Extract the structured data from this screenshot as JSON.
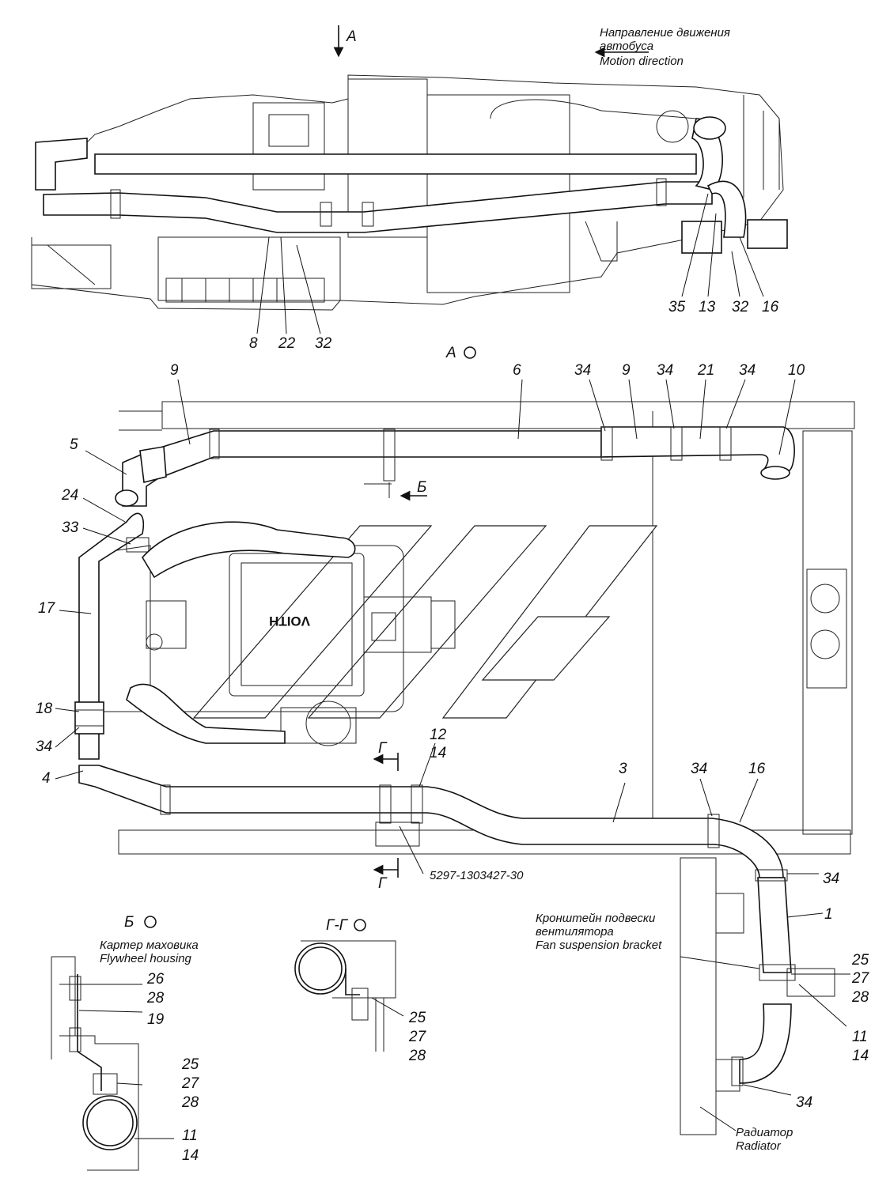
{
  "header": {
    "view_a_marker": "А",
    "motion_ru_line1": "Направление движения",
    "motion_ru_line2": "автобуса",
    "motion_en": "Motion direction"
  },
  "top_view": {
    "callouts": [
      "8",
      "22",
      "32",
      "35",
      "13",
      "32",
      "16"
    ]
  },
  "main_view": {
    "title": "А",
    "section_b_arrow": "Б",
    "section_g_top": "Г",
    "section_g_bottom": "Г",
    "part_number": "5297-1303427-30",
    "callouts_top": [
      "9",
      "6",
      "34",
      "9",
      "34",
      "21",
      "34",
      "10"
    ],
    "callouts_left": [
      "5",
      "24",
      "33",
      "17",
      "18",
      "34",
      "4"
    ],
    "callouts_bottom": [
      "12",
      "14",
      "3",
      "34",
      "16"
    ],
    "callouts_right": [
      "34",
      "1",
      "25",
      "27",
      "28",
      "11",
      "14",
      "34"
    ],
    "fan_bracket_ru_line1": "Кронштейн подвески",
    "fan_bracket_ru_line2": "вентилятора",
    "fan_bracket_en": "Fan suspension bracket",
    "radiator_ru": "Радиатор",
    "radiator_en": "Radiator",
    "transmission_brand": "VOITH"
  },
  "detail_b": {
    "title": "Б",
    "flywheel_ru": "Картер маховика",
    "flywheel_en": "Flywheel housing",
    "callouts": [
      "26",
      "28",
      "19",
      "25",
      "27",
      "28",
      "11",
      "14"
    ]
  },
  "section_gg": {
    "title": "Г-Г",
    "callouts": [
      "25",
      "27",
      "28"
    ]
  }
}
